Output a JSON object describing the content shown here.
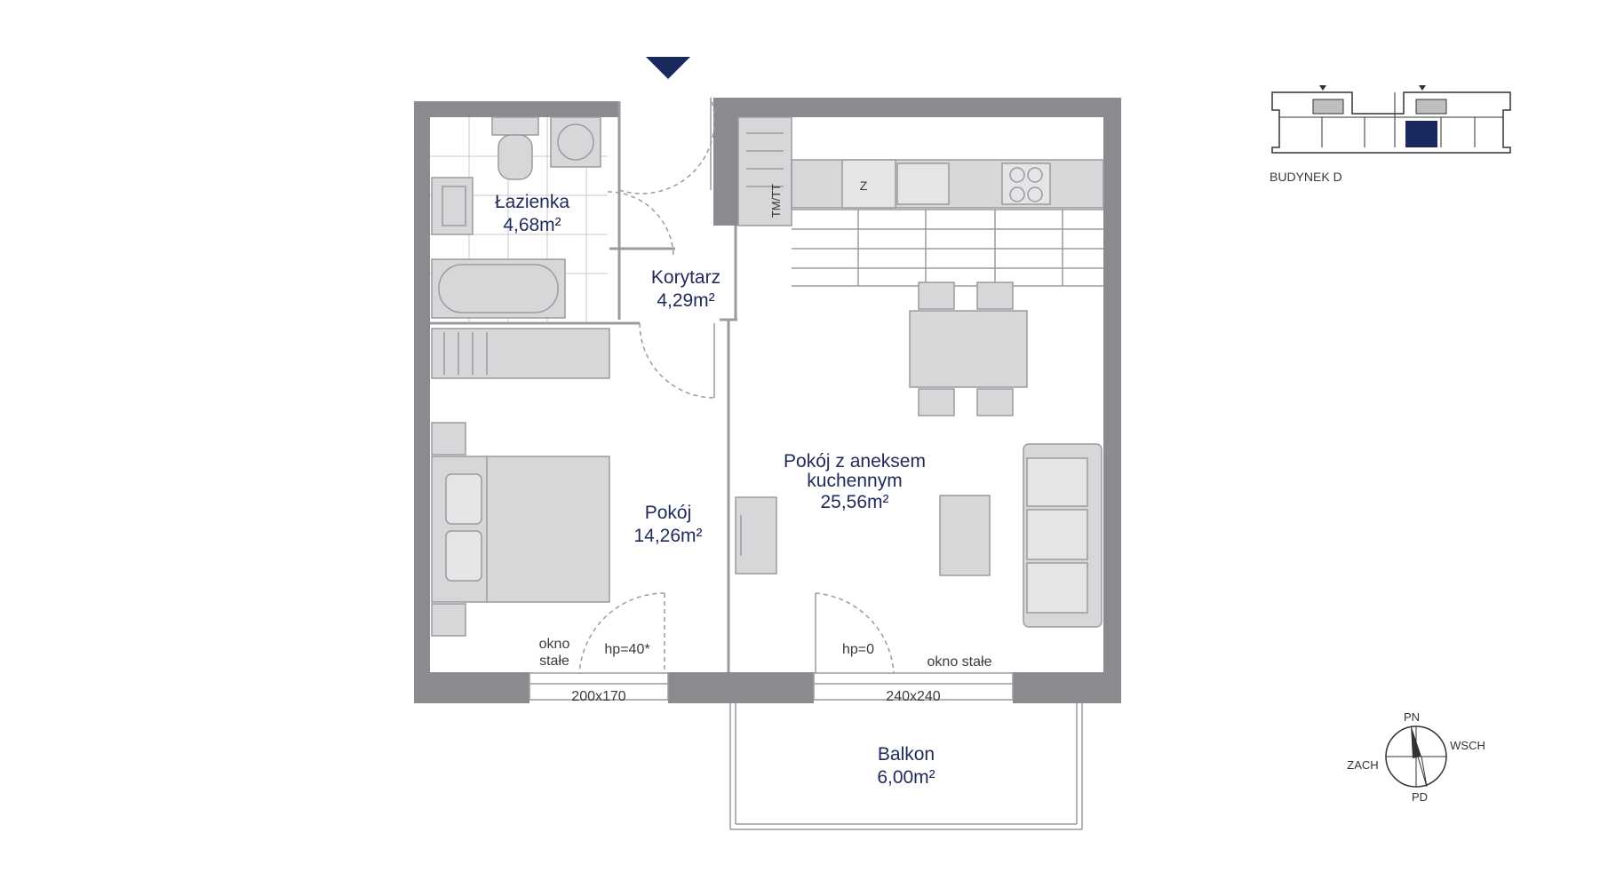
{
  "rooms": {
    "bathroom": {
      "name": "Łazienka",
      "area": "4,68m²"
    },
    "corridor": {
      "name": "Korytarz",
      "area": "4,29m²"
    },
    "bedroom": {
      "name": "Pokój",
      "area": "14,26m²"
    },
    "living": {
      "name_line1": "Pokój z aneksem",
      "name_line2": "kuchennym",
      "area": "25,56m²"
    },
    "balcony": {
      "name": "Balkon",
      "area": "6,00m²"
    }
  },
  "annotations": {
    "fixed_window_bedroom_line1": "okno",
    "fixed_window_bedroom_line2": "stałe",
    "sill_bedroom": "hp=40*",
    "window_bedroom_size": "200x170",
    "sill_living": "hp=0",
    "fixed_window_living": "okno stałe",
    "window_living_size": "240x240",
    "fridge_label": "Z",
    "washer_label": "TM/TT"
  },
  "key_plan": {
    "label": "BUDYNEK D",
    "highlight_color": "#1b2a5e"
  },
  "compass": {
    "north": "PN",
    "east": "WSCH",
    "west": "ZACH",
    "south": "PD"
  },
  "colors": {
    "wall": "#8a8b8e",
    "text": "#1e2a5a",
    "entrance_marker": "#1b2a5e"
  }
}
